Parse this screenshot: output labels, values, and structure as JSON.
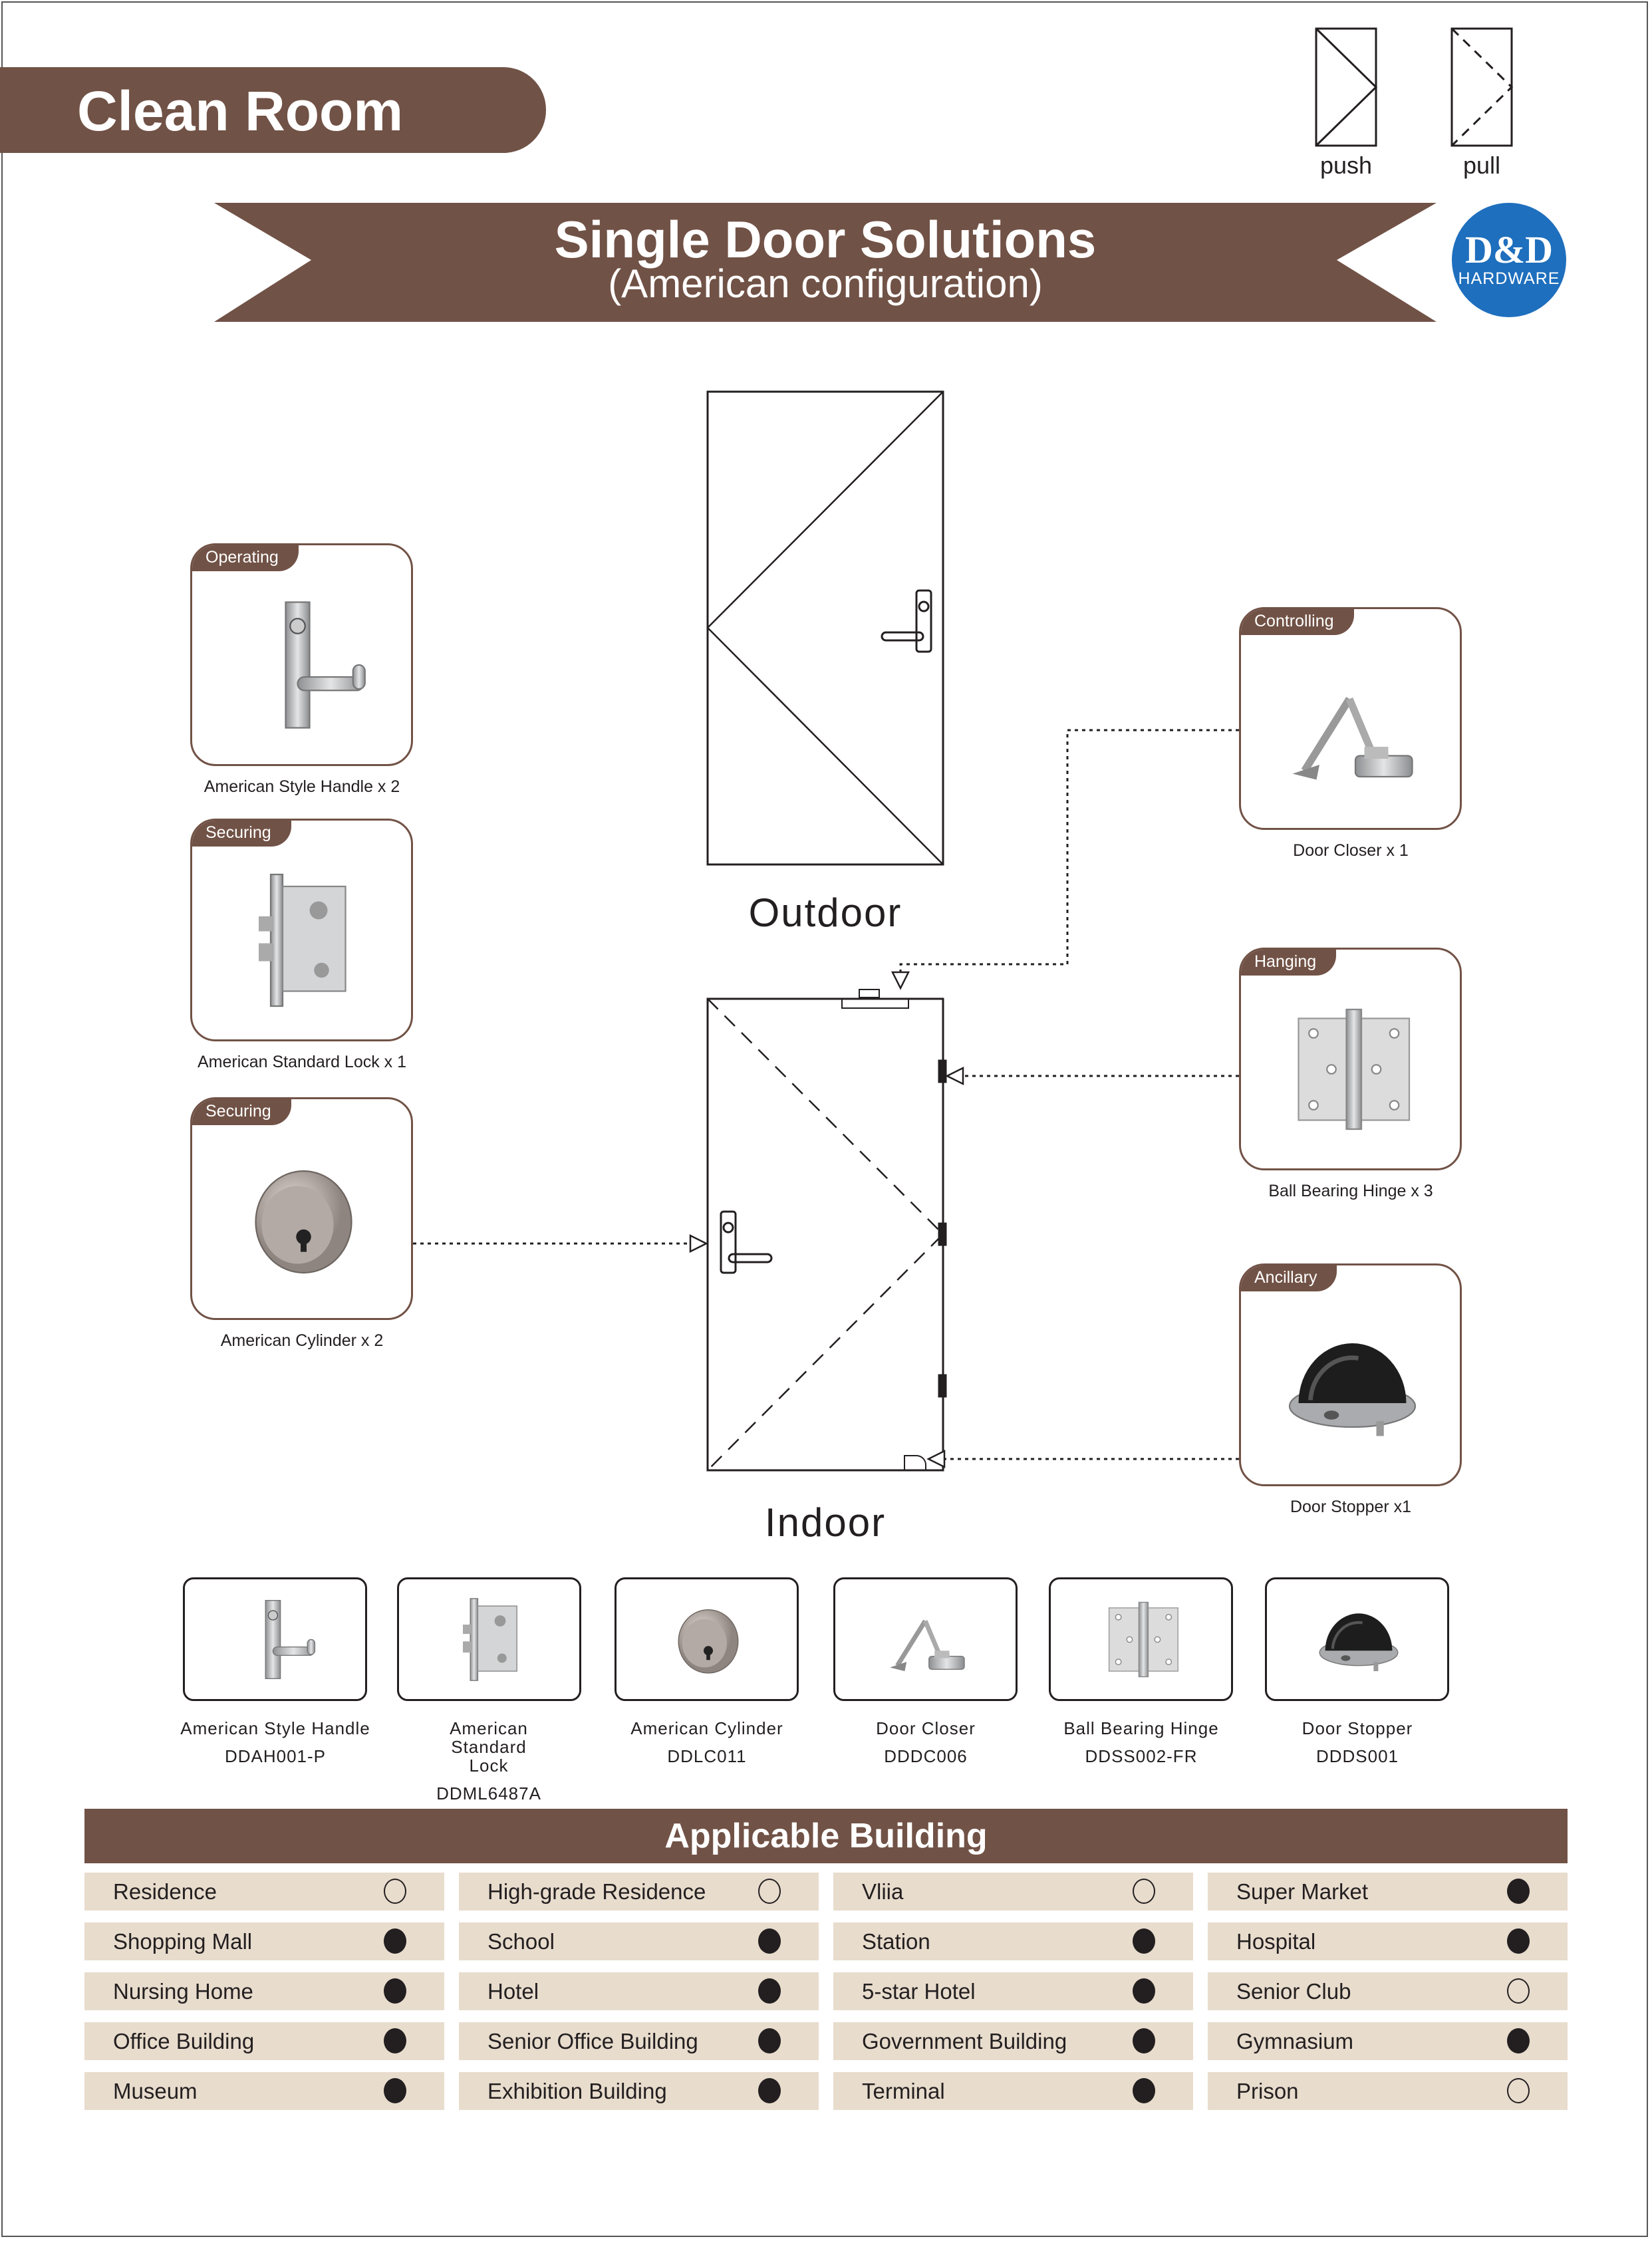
{
  "header": {
    "title": "Clean Room",
    "push_label": "push",
    "pull_label": "pull"
  },
  "banner": {
    "title": "Single Door Solutions",
    "subtitle": "(American configuration)"
  },
  "logo": {
    "main": "D&D",
    "sub": "HARDWARE",
    "color": "#1e6fbd"
  },
  "doors": {
    "outdoor_label": "Outdoor",
    "indoor_label": "Indoor"
  },
  "colors": {
    "brand_brown": "#715246",
    "row_beige": "#e8dccd"
  },
  "cards": [
    {
      "tag": "Operating",
      "label": "American Style Handle x 2",
      "icon": "handle"
    },
    {
      "tag": "Securing",
      "label": "American Standard Lock x 1",
      "icon": "lock"
    },
    {
      "tag": "Securing",
      "label": "American Cylinder x 2",
      "icon": "cylinder"
    },
    {
      "tag": "Controlling",
      "label": "Door Closer x 1",
      "icon": "closer"
    },
    {
      "tag": "Hanging",
      "label": "Ball Bearing Hinge x 3",
      "icon": "hinge"
    },
    {
      "tag": "Ancillary",
      "label": "Door Stopper x1",
      "icon": "stopper"
    }
  ],
  "products": [
    {
      "name": "American Style Handle",
      "code": "DDAH001-P",
      "icon": "handle"
    },
    {
      "name": "American Standard Lock",
      "code": "DDML6487A",
      "icon": "lock"
    },
    {
      "name": "American Cylinder",
      "code": "DDLC011",
      "icon": "cylinder"
    },
    {
      "name": "Door Closer",
      "code": "DDDC006",
      "icon": "closer"
    },
    {
      "name": "Ball Bearing Hinge",
      "code": "DDSS002-FR",
      "icon": "hinge"
    },
    {
      "name": "Door Stopper",
      "code": "DDDS001",
      "icon": "stopper"
    }
  ],
  "applicable": {
    "title": "Applicable Building",
    "rows": [
      [
        {
          "name": "Residence",
          "ok": false
        },
        {
          "name": "High-grade Residence",
          "ok": false
        },
        {
          "name": "Vliia",
          "ok": false
        },
        {
          "name": "Super Market",
          "ok": true
        }
      ],
      [
        {
          "name": "Shopping Mall",
          "ok": true
        },
        {
          "name": "School",
          "ok": true
        },
        {
          "name": "Station",
          "ok": true
        },
        {
          "name": "Hospital",
          "ok": true
        }
      ],
      [
        {
          "name": "Nursing Home",
          "ok": true
        },
        {
          "name": "Hotel",
          "ok": true
        },
        {
          "name": "5-star Hotel",
          "ok": true
        },
        {
          "name": "Senior Club",
          "ok": false
        }
      ],
      [
        {
          "name": "Office Building",
          "ok": true
        },
        {
          "name": "Senior Office Building",
          "ok": true
        },
        {
          "name": "Government Building",
          "ok": true
        },
        {
          "name": "Gymnasium",
          "ok": true
        }
      ],
      [
        {
          "name": "Museum",
          "ok": true
        },
        {
          "name": "Exhibition Building",
          "ok": true
        },
        {
          "name": "Terminal",
          "ok": true
        },
        {
          "name": "Prison",
          "ok": false
        }
      ]
    ]
  }
}
